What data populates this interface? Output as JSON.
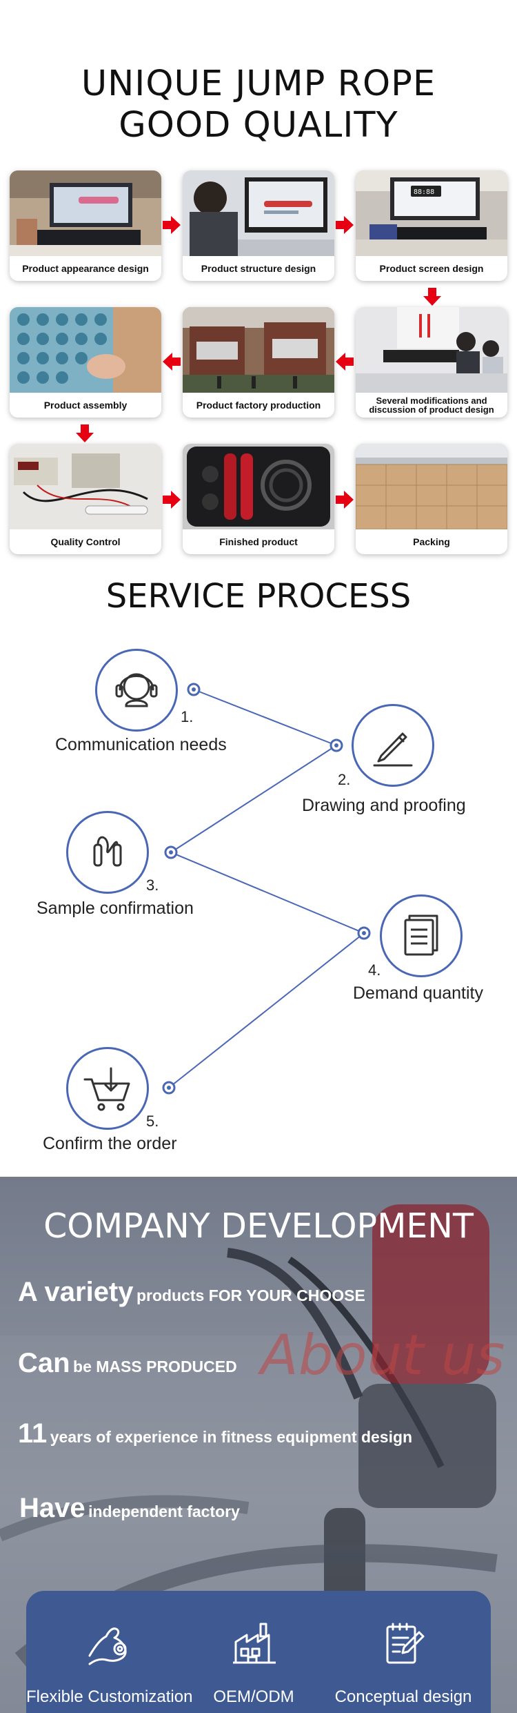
{
  "quality": {
    "title_line1": "UNIQUE JUMP ROPE",
    "title_line2": "GOOD QUALITY",
    "cards": [
      {
        "label": "Product appearance design"
      },
      {
        "label": "Product structure design"
      },
      {
        "label": "Product screen design"
      },
      {
        "label": "Several modifications and discussion of product design"
      },
      {
        "label": "Product factory production"
      },
      {
        "label": "Product assembly"
      },
      {
        "label": "Quality Control"
      },
      {
        "label": "Finished product"
      },
      {
        "label": "Packing"
      }
    ],
    "arrow_color": "#e60012"
  },
  "service": {
    "title": "SERVICE PROCESS",
    "accent": "#4a67b6",
    "steps": [
      {
        "num": "1.",
        "label": "Communication needs",
        "icon": "headset-icon"
      },
      {
        "num": "2.",
        "label": "Drawing and proofing",
        "icon": "pen-sign-icon"
      },
      {
        "num": "3.",
        "label": "Sample confirmation",
        "icon": "jump-rope-icon"
      },
      {
        "num": "4.",
        "label": "Demand quantity",
        "icon": "document-stack-icon"
      },
      {
        "num": "5.",
        "label": "Confirm the order",
        "icon": "shopping-cart-icon"
      }
    ]
  },
  "company": {
    "title": "COMPANY DEVELOPMENT",
    "watermark": "About us",
    "claims": [
      {
        "big": "A variety",
        "small": "products FOR YOUR CHOOSE"
      },
      {
        "big": "Can",
        "small": "be MASS PRODUCED"
      },
      {
        "big": "11",
        "small": "years of experience in fitness equipment design"
      },
      {
        "big": "Have",
        "small": "independent factory"
      }
    ],
    "features": [
      {
        "label": "Flexible Customization",
        "icon": "flexed-arm-icon"
      },
      {
        "label": "OEM/ODM",
        "icon": "factory-icon"
      },
      {
        "label": "Conceptual design",
        "icon": "notepad-pen-icon"
      }
    ],
    "bar_color": "#3f5a92"
  }
}
